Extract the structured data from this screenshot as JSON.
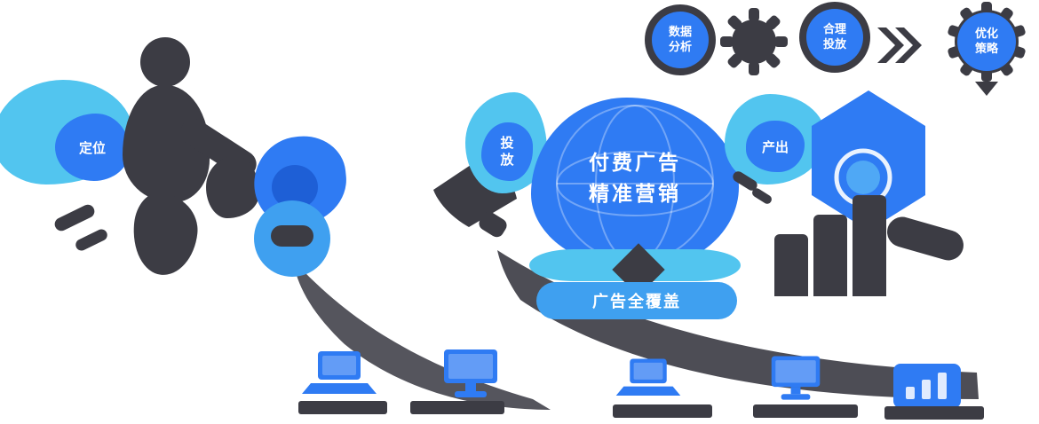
{
  "flow": {
    "steps": [
      {
        "label": "数据\n分析"
      },
      {
        "label": "合理\n投放"
      },
      {
        "label": "优化\n策略"
      }
    ]
  },
  "scene": {
    "positioning_label": "定位",
    "placement_label": "投\n放",
    "output_label": "产出",
    "title": "付费广告\n精准营销",
    "banner": "广告全覆盖"
  },
  "icons": [
    "gear-icon",
    "double-chevron-icon",
    "pointer-triangle-icon",
    "person-silhouette",
    "megaphone-icon",
    "eye-circle-icon",
    "globe-icon",
    "hexagon-target-icon",
    "podium-bars-icon",
    "laptop-icon",
    "monitor-icon",
    "bar-chart-icon"
  ],
  "colors": {
    "blue": "#2F7BF3",
    "cyan": "#52C5EF",
    "mid_blue": "#3FA0F0",
    "dark": "#3C3C44",
    "swoosh_gray": "#54545C"
  }
}
